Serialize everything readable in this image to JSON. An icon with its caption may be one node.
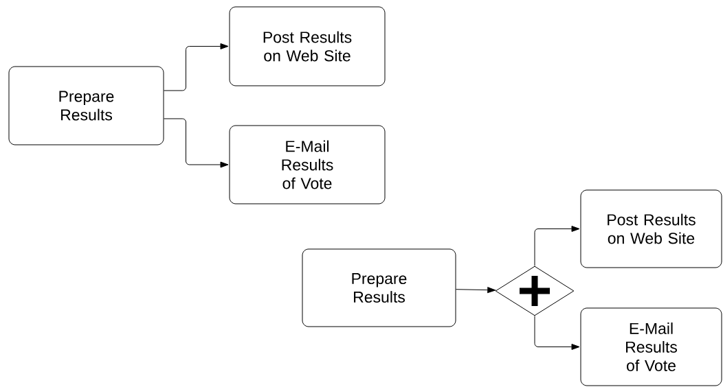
{
  "diagram": {
    "nodes": [
      {
        "text": [
          "Prepare Results"
        ]
      },
      {
        "text": [
          "Post Results on Web Site"
        ]
      },
      {
        "text": [
          "E-Mail Results of Vote"
        ]
      },
      {
        "text": [
          "Prepare Results"
        ]
      },
      {
        "text": [],
        "shape": "diamond"
      },
      {
        "text": [
          "Post Results on Web Site"
        ]
      },
      {
        "text": [
          "E-Mail Results of Vote"
        ]
      }
    ],
    "edges": [
      {
        "from": 0,
        "to": 1,
        "arrow": "to"
      },
      {
        "from": 0,
        "to": 2,
        "arrow": "to"
      },
      {
        "from": 3,
        "to": 4,
        "arrow": "to"
      },
      {
        "from": 4,
        "to": 5,
        "arrow": "to"
      },
      {
        "from": 4,
        "to": 6,
        "arrow": "to"
      }
    ]
  }
}
